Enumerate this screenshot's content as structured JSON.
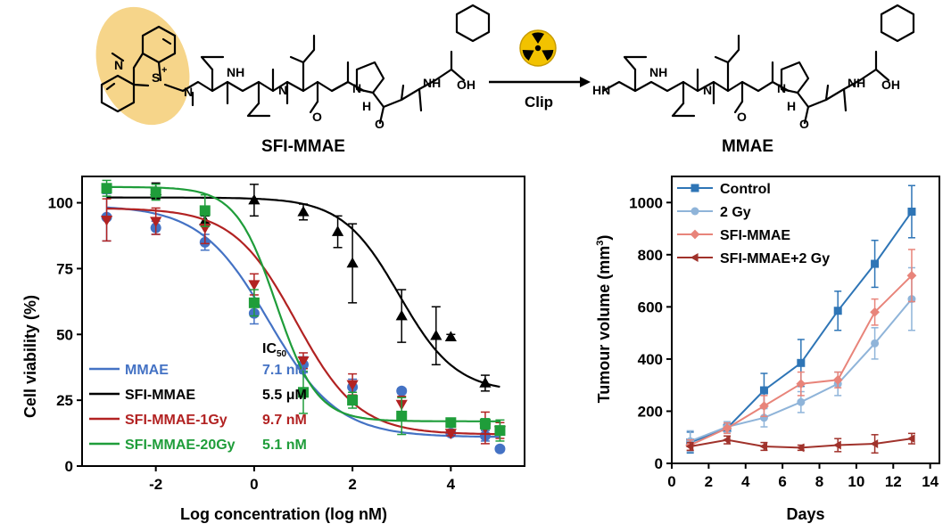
{
  "scheme": {
    "left_label": "SFI-MMAE",
    "right_label": "MMAE",
    "arrow_label": "Clip",
    "radiation_icon": "radiation-icon",
    "atoms": {
      "n_methyl": "N",
      "s_plus": "S",
      "plus": "+",
      "nh": "NH",
      "hn": "HN",
      "oh": "OH",
      "o": "O",
      "h": "H",
      "n": "N"
    },
    "colors": {
      "highlight": "#f6d58a",
      "radiation_yellow": "#f2c200"
    }
  },
  "chart_data": [
    {
      "type": "scatter",
      "xlabel": "Log concentration (log nM)",
      "ylabel": "Cell viability (%)",
      "xlim": [
        -3.5,
        5.5
      ],
      "ylim": [
        0,
        110
      ],
      "xticks": [
        -2,
        0,
        2,
        4
      ],
      "yticks": [
        0,
        25,
        50,
        75,
        100
      ],
      "legend_title": "IC",
      "legend_title_sub": "50",
      "legend_placement": "bottom-left",
      "series": [
        {
          "name": "MMAE",
          "ic50": "7.1 nM",
          "color": "#4472c4",
          "marker": "circle",
          "x": [
            -3,
            -2,
            -1,
            0,
            1,
            2,
            3,
            4,
            4.7,
            5
          ],
          "y": [
            94.5,
            90.5,
            85,
            58,
            38.5,
            30,
            28.5,
            12.5,
            11.5,
            6.5
          ],
          "err": [
            9,
            2.5,
            3,
            4,
            3,
            3,
            1,
            1,
            2,
            1
          ],
          "fit": {
            "top": 99,
            "bottom": 11,
            "logIC50": 0.3,
            "hill": 0.62
          }
        },
        {
          "name": "SFI-MMAE",
          "ic50": "5.5 μM",
          "color": "#000000",
          "marker": "triangle-up",
          "x": [
            -2,
            -1,
            0,
            1,
            1.7,
            2,
            3,
            3.7,
            4,
            4.7
          ],
          "y": [
            104.5,
            93,
            101,
            96.5,
            89,
            77,
            57,
            49.5,
            49,
            31.5
          ],
          "err": [
            3,
            2,
            6,
            3,
            6,
            15,
            10,
            11,
            1,
            3
          ],
          "fit": {
            "top": 102,
            "bottom": 28,
            "logIC50": 2.95,
            "hill": 0.75
          }
        },
        {
          "name": "SFI-MMAE-1Gy",
          "ic50": "9.7 nM",
          "color": "#b22222",
          "marker": "triangle-down",
          "x": [
            -3,
            -2,
            -1,
            0,
            1,
            2,
            3,
            4,
            4.7,
            5
          ],
          "y": [
            93.5,
            93,
            90.5,
            69,
            40,
            31,
            23.5,
            12.5,
            14.5,
            13.5
          ],
          "err": [
            8,
            5,
            6,
            4,
            3,
            4,
            3,
            1,
            6,
            3
          ],
          "fit": {
            "top": 98,
            "bottom": 12,
            "logIC50": 0.85,
            "hill": 0.68
          }
        },
        {
          "name": "SFI-MMAE-20Gy",
          "ic50": "5.1 nM",
          "color": "#1f9d3a",
          "marker": "square",
          "x": [
            -3,
            -2,
            -1,
            0,
            1,
            2,
            3,
            4,
            4.7,
            5
          ],
          "y": [
            105.5,
            104,
            97,
            62,
            28,
            25,
            19,
            16.5,
            16,
            13.5
          ],
          "err": [
            3,
            3,
            6,
            5,
            8,
            3,
            7,
            1,
            2,
            4
          ],
          "fit": {
            "top": 106,
            "bottom": 17,
            "logIC50": 0.45,
            "hill": 1.05
          }
        }
      ]
    },
    {
      "type": "line",
      "xlabel": "Days",
      "ylabel": "Tumour volume (mm",
      "ylabel_sup": "3",
      "ylabel_close": ")",
      "xlim": [
        0,
        14.5
      ],
      "ylim": [
        0,
        1100
      ],
      "xticks": [
        0,
        2,
        4,
        6,
        8,
        10,
        12,
        14
      ],
      "yticks": [
        0,
        200,
        400,
        600,
        800,
        1000
      ],
      "legend_placement": "top-left",
      "series": [
        {
          "name": "Control",
          "color": "#2e75b6",
          "marker": "square",
          "x": [
            1,
            3,
            5,
            7,
            9,
            11,
            13
          ],
          "y": [
            80,
            135,
            280,
            385,
            585,
            765,
            965
          ],
          "err": [
            40,
            15,
            65,
            90,
            75,
            90,
            100
          ]
        },
        {
          "name": "2 Gy",
          "color": "#8fb4d9",
          "marker": "circle",
          "x": [
            1,
            3,
            5,
            7,
            9,
            11,
            13
          ],
          "y": [
            85,
            140,
            175,
            235,
            305,
            460,
            630
          ],
          "err": [
            40,
            20,
            35,
            40,
            45,
            60,
            120
          ]
        },
        {
          "name": "SFI-MMAE",
          "color": "#e8847a",
          "marker": "diamond",
          "x": [
            1,
            3,
            5,
            7,
            9,
            11,
            13
          ],
          "y": [
            70,
            135,
            220,
            305,
            320,
            580,
            720
          ],
          "err": [
            20,
            20,
            40,
            45,
            30,
            50,
            100
          ]
        },
        {
          "name": "SFI-MMAE+2 Gy",
          "color": "#a0322b",
          "marker": "triangle-left",
          "x": [
            1,
            3,
            5,
            7,
            9,
            11,
            13
          ],
          "y": [
            65,
            90,
            65,
            60,
            70,
            75,
            95
          ],
          "err": [
            15,
            15,
            15,
            10,
            25,
            35,
            20
          ]
        }
      ]
    }
  ]
}
